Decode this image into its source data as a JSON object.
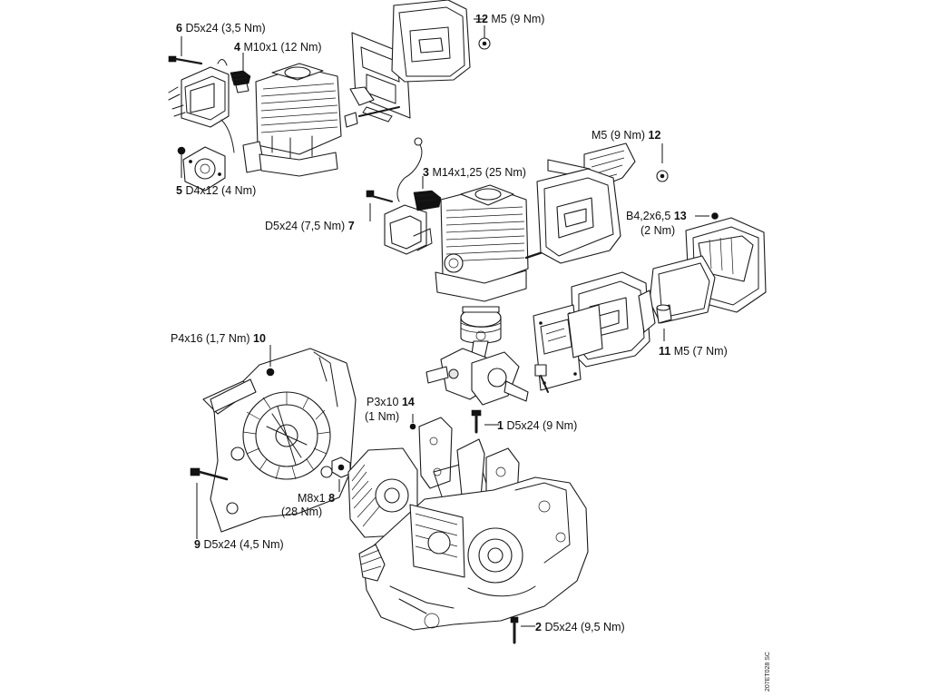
{
  "callouts": {
    "c6": {
      "num": "6",
      "spec": "D5x24 (3,5 Nm)"
    },
    "c4": {
      "num": "4",
      "spec": "M10x1 (12 Nm)"
    },
    "c5": {
      "num": "5",
      "spec": "D4x12 (4 Nm)"
    },
    "c12a": {
      "num": "12",
      "spec": "M5 (9 Nm)"
    },
    "c12b": {
      "num": "12",
      "spec": "M5 (9 Nm)"
    },
    "c3": {
      "num": "3",
      "spec": "M14x1,25 (25 Nm)"
    },
    "c7": {
      "num": "7",
      "spec": "D5x24 (7,5 Nm)"
    },
    "c13": {
      "num": "13",
      "spec": "B4,2x6,5",
      "spec2": "(2 Nm)"
    },
    "c11": {
      "num": "11",
      "spec": "M5 (7 Nm)"
    },
    "c10": {
      "num": "10",
      "spec": "P4x16 (1,7 Nm)"
    },
    "c14": {
      "num": "14",
      "spec": "P3x10",
      "spec2": "(1 Nm)"
    },
    "c1": {
      "num": "1",
      "spec": "D5x24 (9 Nm)"
    },
    "c8": {
      "num": "8",
      "spec": "M8x1",
      "spec2": "(28 Nm)"
    },
    "c9": {
      "num": "9",
      "spec": "D5x24 (4,5 Nm)"
    },
    "c2": {
      "num": "2",
      "spec": "D5x24 (9,5 Nm)"
    }
  },
  "figure_ref": "207ET028 SC"
}
